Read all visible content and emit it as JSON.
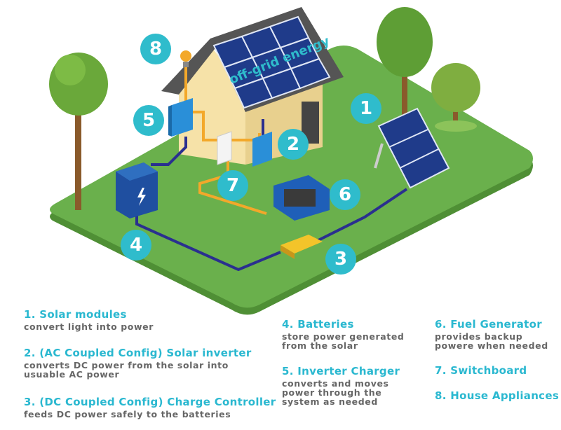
{
  "logo_text": "off-grid energy",
  "badges": [
    "1",
    "2",
    "3",
    "4",
    "5",
    "6",
    "7",
    "8"
  ],
  "colors": {
    "accent": "#2fbccc",
    "grass": "#6ab04c",
    "dc_line": "#2a2f8f",
    "ac_line": "#f3a82a",
    "desc": "#666666"
  },
  "legend": [
    {
      "title": "1. Solar modules",
      "desc": "convert light into power"
    },
    {
      "title": "2. (AC Coupled Config) Solar inverter",
      "desc": "converts DC power from the solar into\nusuable AC power"
    },
    {
      "title": "3. (DC Coupled Config) Charge Controller",
      "desc": "feeds DC power safely to the batteries"
    },
    {
      "title": "4. Batteries",
      "desc": "store power generated\nfrom the solar"
    },
    {
      "title": "5. Inverter Charger",
      "desc": "converts and moves\npower through the\nsystem as needed"
    },
    {
      "title": "6. Fuel Generator",
      "desc": "provides backup\npowere when needed"
    },
    {
      "title": "7. Switchboard",
      "desc": ""
    },
    {
      "title": "8. House Appliances",
      "desc": ""
    }
  ]
}
